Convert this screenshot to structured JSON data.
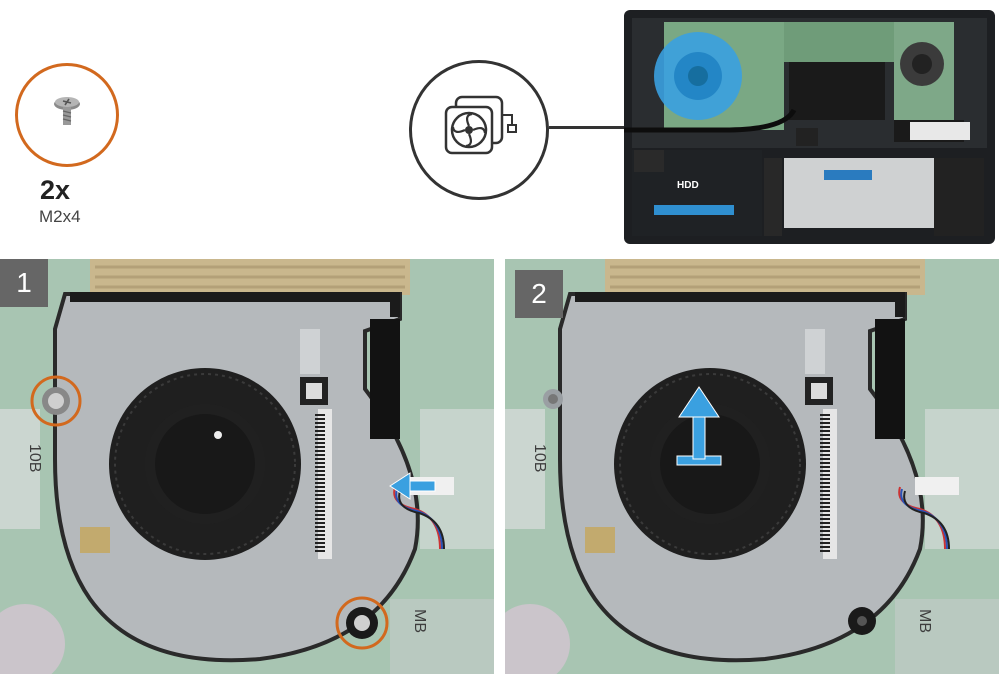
{
  "screws": {
    "quantity": "2x",
    "type": "M2x4"
  },
  "laptop": {
    "hdd_label": "HDD"
  },
  "steps": [
    {
      "number": "1",
      "board_labels": [
        "10B",
        "MB"
      ]
    },
    {
      "number": "2",
      "board_labels": [
        "10B",
        "MB"
      ]
    }
  ],
  "colors": {
    "callout_orange": "#d2691e",
    "highlight_blue": "#3aa0e0",
    "badge_gray": "#666666",
    "board_green": "#a9c7b4"
  },
  "icons": [
    "screw-icon",
    "fan-icon",
    "arrow-left-icon",
    "arrow-up-icon"
  ]
}
